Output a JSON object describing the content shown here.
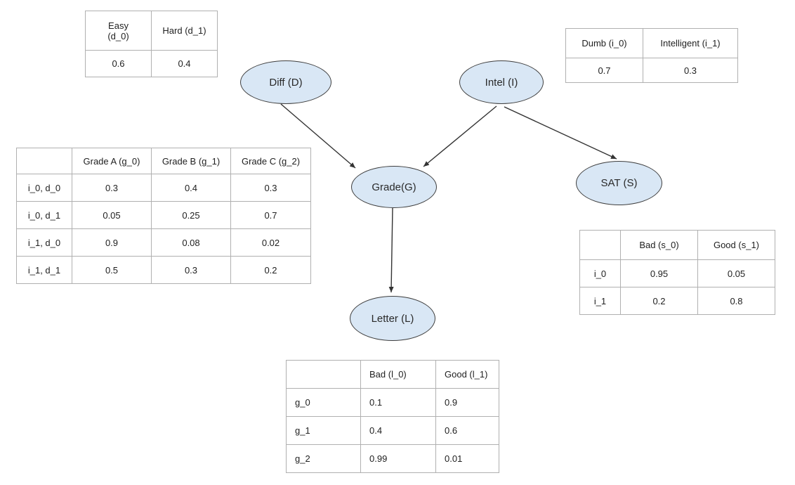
{
  "colors": {
    "node_fill": "#d9e7f5",
    "node_border": "#3e3e3e",
    "table_border": "#b0b0b0",
    "edge_color": "#333333"
  },
  "nodes": [
    {
      "id": "diff",
      "label": "Diff (D)"
    },
    {
      "id": "intel",
      "label": "Intel (I)"
    },
    {
      "id": "grade",
      "label": "Grade(G)"
    },
    {
      "id": "sat",
      "label": "SAT (S)"
    },
    {
      "id": "letter",
      "label": "Letter (L)"
    }
  ],
  "edges": [
    {
      "from": "diff",
      "to": "grade"
    },
    {
      "from": "intel",
      "to": "grade"
    },
    {
      "from": "intel",
      "to": "sat"
    },
    {
      "from": "grade",
      "to": "letter"
    }
  ],
  "tables": {
    "difficulty": {
      "headers": [
        "Easy\n(d_0)",
        "Hard (d_1)"
      ],
      "rows": [
        [
          "0.6",
          "0.4"
        ]
      ]
    },
    "intelligence": {
      "headers": [
        "Dumb (i_0)",
        "Intelligent (i_1)"
      ],
      "rows": [
        [
          "0.7",
          "0.3"
        ]
      ]
    },
    "grade": {
      "headers": [
        "",
        "Grade A (g_0)",
        "Grade B (g_1)",
        "Grade C (g_2)"
      ],
      "rows": [
        [
          "i_0, d_0",
          "0.3",
          "0.4",
          "0.3"
        ],
        [
          "i_0, d_1",
          "0.05",
          "0.25",
          "0.7"
        ],
        [
          "i_1, d_0",
          "0.9",
          "0.08",
          "0.02"
        ],
        [
          "i_1, d_1",
          "0.5",
          "0.3",
          "0.2"
        ]
      ]
    },
    "sat": {
      "headers": [
        "",
        "Bad (s_0)",
        "Good (s_1)"
      ],
      "rows": [
        [
          "i_0",
          "0.95",
          "0.05"
        ],
        [
          "i_1",
          "0.2",
          "0.8"
        ]
      ]
    },
    "letter": {
      "headers": [
        "",
        "Bad (l_0)",
        "Good (l_1)"
      ],
      "rows": [
        [
          "g_0",
          "0.1",
          "0.9"
        ],
        [
          "g_1",
          "0.4",
          "0.6"
        ],
        [
          "g_2",
          "0.99",
          "0.01"
        ]
      ]
    }
  }
}
